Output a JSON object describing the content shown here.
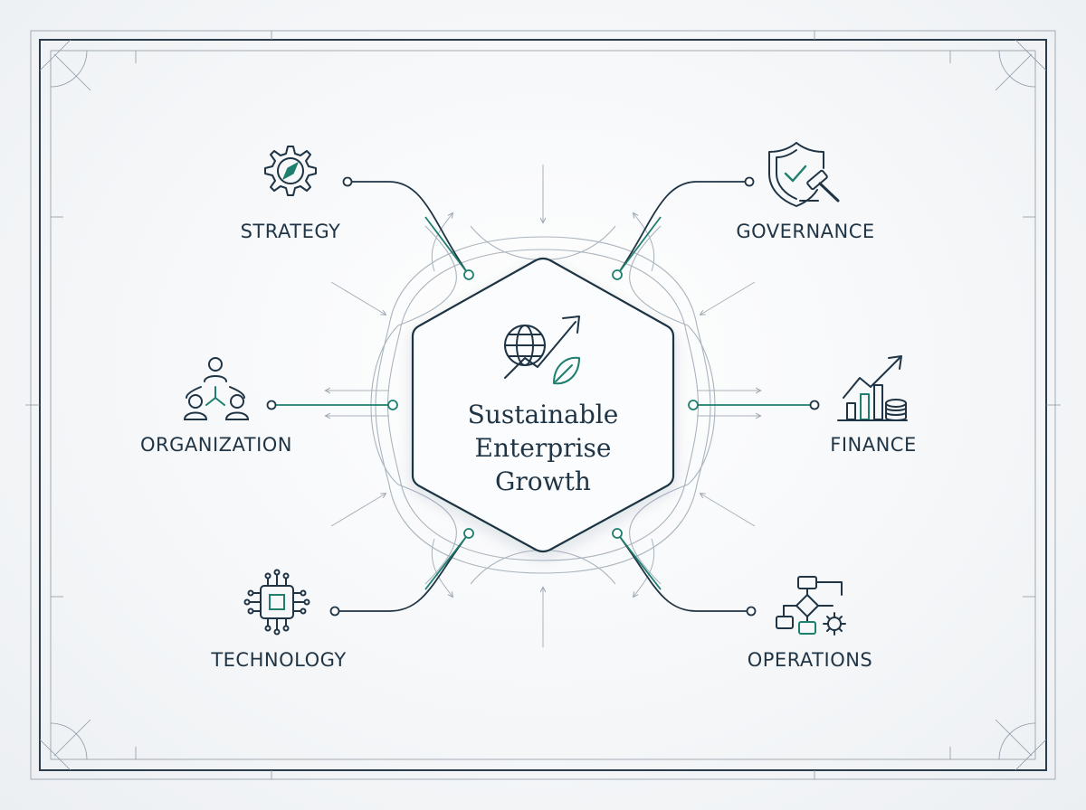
{
  "center": {
    "title_lines": [
      "Sustainable",
      "Enterprise",
      "Growth"
    ],
    "icon": "globe-growth-leaf-icon"
  },
  "nodes": [
    {
      "id": "strategy",
      "label": "STRATEGY",
      "icon": "gear-compass-icon"
    },
    {
      "id": "governance",
      "label": "GOVERNANCE",
      "icon": "shield-gavel-icon"
    },
    {
      "id": "organization",
      "label": "ORGANIZATION",
      "icon": "people-network-icon"
    },
    {
      "id": "finance",
      "label": "FINANCE",
      "icon": "growth-chart-coins-icon"
    },
    {
      "id": "technology",
      "label": "TECHNOLOGY",
      "icon": "microchip-icon"
    },
    {
      "id": "operations",
      "label": "OPERATIONS",
      "icon": "flowchart-gear-icon"
    }
  ],
  "colors": {
    "navy": "#1f3445",
    "teal": "#1e7f6e",
    "line": "#8a97a3",
    "frame": "#2b3d4c"
  }
}
